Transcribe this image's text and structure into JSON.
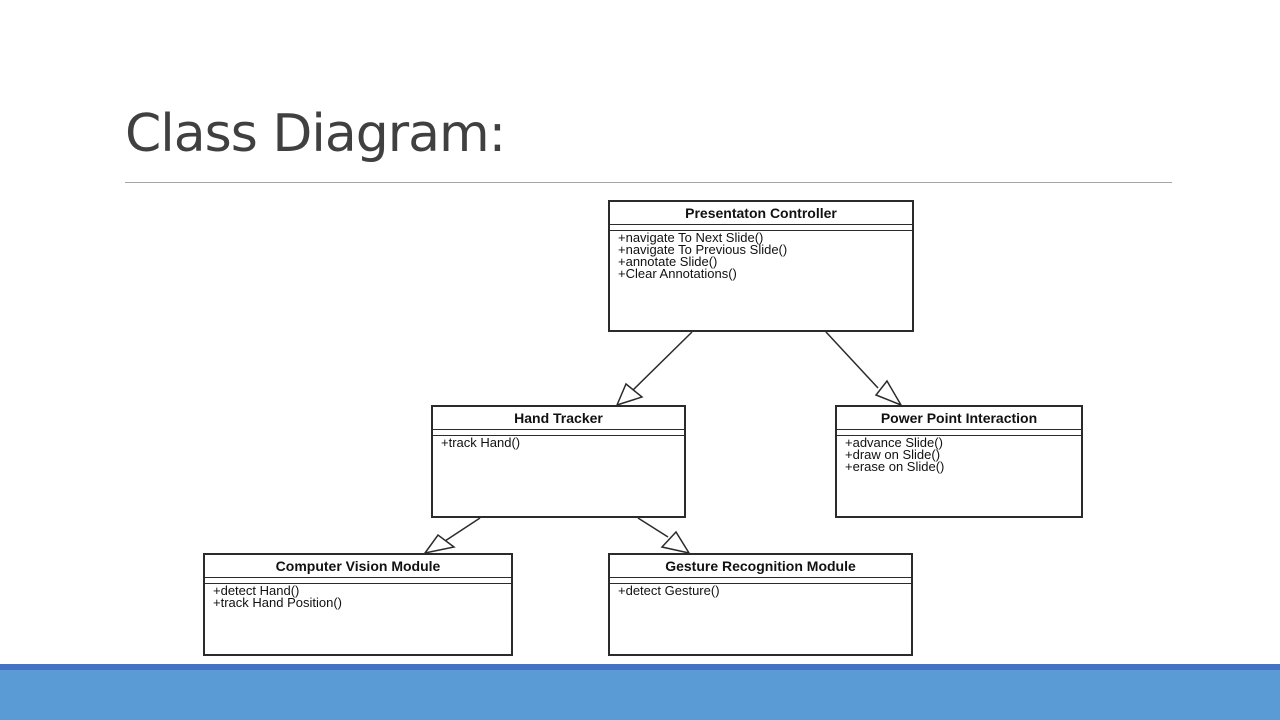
{
  "slide": {
    "title": "Class Diagram:"
  },
  "diagram": {
    "classes": [
      {
        "id": "presentation-controller",
        "name": "Presentaton Controller",
        "operations": [
          "+navigate To Next Slide()",
          "+navigate To Previous Slide()",
          "+annotate Slide()",
          "+Clear Annotations()"
        ]
      },
      {
        "id": "hand-tracker",
        "name": "Hand Tracker",
        "operations": [
          "+track Hand()"
        ]
      },
      {
        "id": "power-point-interaction",
        "name": "Power Point Interaction",
        "operations": [
          "+advance Slide()",
          "+draw on Slide()",
          "+erase on Slide()"
        ]
      },
      {
        "id": "computer-vision-module",
        "name": "Computer Vision Module",
        "operations": [
          "+detect Hand()",
          "+track Hand Position()"
        ]
      },
      {
        "id": "gesture-recognition-module",
        "name": "Gesture Recognition Module",
        "operations": [
          "+detect Gesture()"
        ]
      }
    ],
    "relationships": [
      {
        "type": "generalization",
        "from": "presentation-controller",
        "to": "hand-tracker"
      },
      {
        "type": "generalization",
        "from": "presentation-controller",
        "to": "power-point-interaction"
      },
      {
        "type": "generalization",
        "from": "hand-tracker",
        "to": "computer-vision-module"
      },
      {
        "type": "generalization",
        "from": "hand-tracker",
        "to": "gesture-recognition-module"
      }
    ]
  },
  "theme": {
    "footer_color": "#5b9bd5",
    "footer_accent": "#4472c4",
    "title_color": "#404040"
  }
}
